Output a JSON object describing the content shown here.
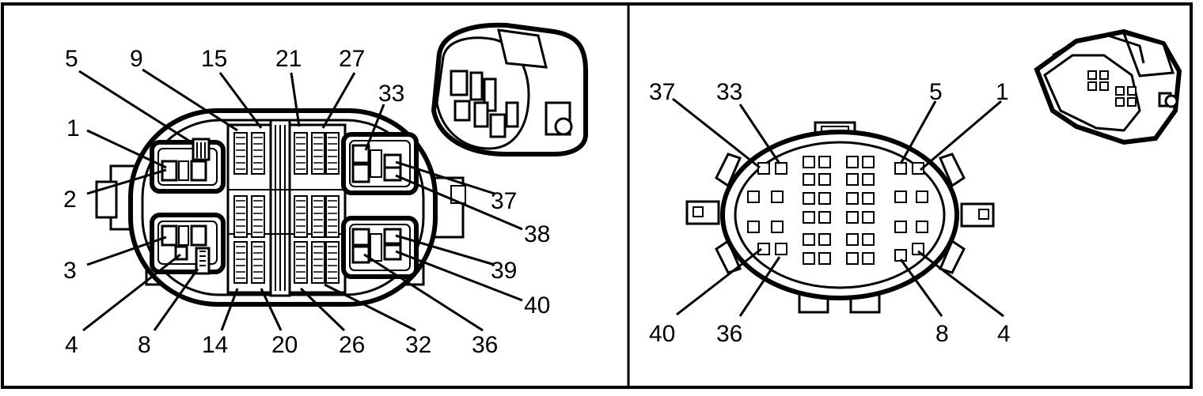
{
  "left_panel": {
    "labels": [
      {
        "id": "l5",
        "text": "5"
      },
      {
        "id": "l9",
        "text": "9"
      },
      {
        "id": "l15",
        "text": "15"
      },
      {
        "id": "l21",
        "text": "21"
      },
      {
        "id": "l27",
        "text": "27"
      },
      {
        "id": "l33",
        "text": "33"
      },
      {
        "id": "l1",
        "text": "1"
      },
      {
        "id": "l2",
        "text": "2"
      },
      {
        "id": "l37",
        "text": "37"
      },
      {
        "id": "l38",
        "text": "38"
      },
      {
        "id": "l3",
        "text": "3"
      },
      {
        "id": "l39",
        "text": "39"
      },
      {
        "id": "l40",
        "text": "40"
      },
      {
        "id": "l4",
        "text": "4"
      },
      {
        "id": "l8",
        "text": "8"
      },
      {
        "id": "l14",
        "text": "14"
      },
      {
        "id": "l20",
        "text": "20"
      },
      {
        "id": "l26",
        "text": "26"
      },
      {
        "id": "l32",
        "text": "32"
      },
      {
        "id": "l36",
        "text": "36"
      }
    ]
  },
  "right_panel": {
    "labels": [
      {
        "id": "r37",
        "text": "37"
      },
      {
        "id": "r33",
        "text": "33"
      },
      {
        "id": "r5",
        "text": "5"
      },
      {
        "id": "r1",
        "text": "1"
      },
      {
        "id": "r40",
        "text": "40"
      },
      {
        "id": "r36",
        "text": "36"
      },
      {
        "id": "r8",
        "text": "8"
      },
      {
        "id": "r4",
        "text": "4"
      }
    ]
  }
}
